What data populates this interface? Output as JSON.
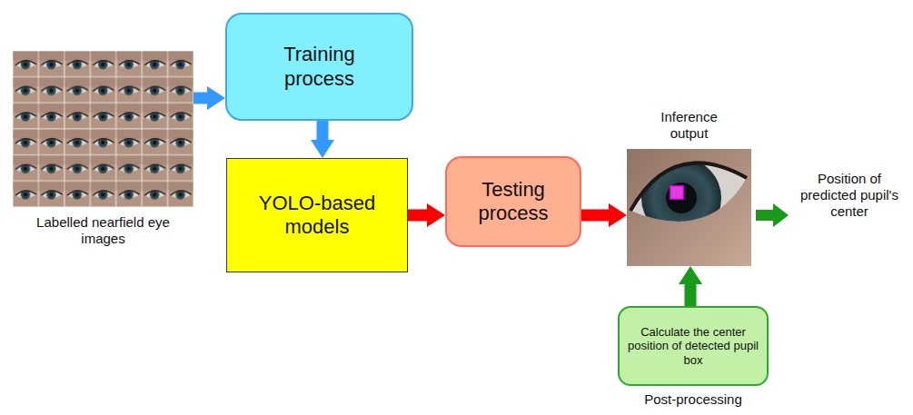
{
  "diagram": {
    "nodes": [
      {
        "text": [
          "Labelled nearfield eye images"
        ]
      },
      {
        "text": [
          "Training process"
        ]
      },
      {
        "text": [
          "YOLO-based models"
        ]
      },
      {
        "text": [
          "Testing process"
        ]
      },
      {
        "text": [
          "Inference output"
        ]
      },
      {
        "text": [
          "Calculate the center position of detected pupil box",
          "Post-processing"
        ]
      }
    ],
    "edges": [
      {
        "from": 0,
        "to": 1,
        "arrow": "to"
      },
      {
        "from": 1,
        "to": 2,
        "arrow": "to"
      },
      {
        "from": 2,
        "to": 3,
        "arrow": "to"
      },
      {
        "from": 3,
        "to": 4,
        "arrow": "to"
      },
      {
        "from": 5,
        "to": 4,
        "arrow": "to"
      }
    ],
    "labels": [
      "Position of predicted pupil's center"
    ]
  }
}
